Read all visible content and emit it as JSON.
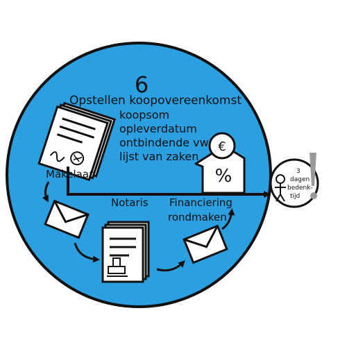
{
  "step_number": "6",
  "title": "Opstellen koopovereenkomst",
  "items": [
    "koopsom",
    "opleverdatum",
    "ontbindende vw",
    "lijst van zaken"
  ],
  "labels": {
    "makelaar": "Makelaar",
    "notaris": "Notaris",
    "financiering_line1": "Financiering",
    "financiering_line2": "rondmaken"
  },
  "bedenktijd": {
    "line1": "3",
    "line2": "dagen",
    "line3": "bedenk-",
    "line4": "tijd"
  },
  "house_symbols": {
    "euro": "€",
    "percent": "%"
  },
  "colors": {
    "circle_fill": "#2b9fe0",
    "outline": "#111111",
    "paper": "#ffffff",
    "exclamation": "#9a9a9a"
  }
}
